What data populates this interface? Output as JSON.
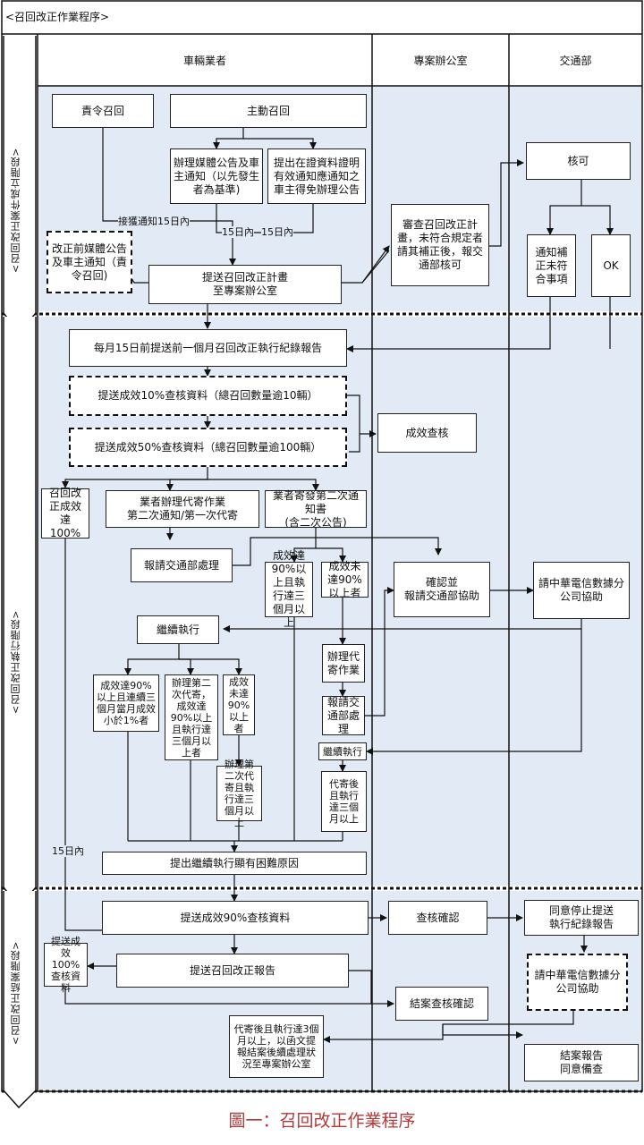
{
  "title": "<召回改正作業程序>",
  "caption": "圖一：召回改正作業程序",
  "columns": {
    "vehicle": "車輛業者",
    "office": "專案辦公室",
    "ministry": "交通部"
  },
  "stages": {
    "s1": "<召回改正案件成立階段>",
    "s2": "<召回改正執行階段>",
    "s3": "<召回改正結案階段>"
  },
  "boxes": {
    "ordered_recall": "責令召回",
    "voluntary_recall": "主動召回",
    "media_notice": "辦理媒體公告及車主通知（以先發生者為基準)",
    "cert_notice": "提出在證資料證明有效通知應通知之車主得免辦理公告",
    "pre_media_notice": "改正前媒體公告及車主通知（責令召回)",
    "submit_plan": "提送召回改正計畫\n至專案辦公室",
    "review_plan": "審查召回改正計畫，未符合規定者請其補正後，報交通部核可",
    "approve": "核可",
    "notify_fix": "通知補正未符合事項",
    "ok": "OK",
    "monthly_report": "每月15日前提送前一個月召回改正執行紀錄報告",
    "submit_10": "提送成效10%查核資料（總召回數量逾10輛）",
    "submit_50": "提送成效50%查核資料（總召回數量逾100輛）",
    "effect_check": "成效查核",
    "reach_100": "召回改正成效達100%",
    "proxy_second": "業者辦理代寄作業\n第二次通知/第一次代寄",
    "second_notice": "業者寄發第二次通知書\n(含二次公告)",
    "report_ministry": "報請交通部處理",
    "over90_3m": "成效達90%以上且執行達三個月以上",
    "under90": "成效未達90%以上者",
    "confirm_assist": "確認並\n報請交通部協助",
    "cht_assist": "請中華電信數據分公司協助",
    "continue": "繼續執行",
    "proxy_mail": "辦理代寄作業",
    "report_ministry2": "報請交通部處理",
    "continue2": "繼續執行",
    "c_over90_consec": "成效達90%以上且連續三個月當月成效小於1%者",
    "c_second_proxy": "辦理第二次代寄，成效達90%以上且執行達三個月以上者",
    "c_under90": "成效未達90%以上者",
    "c_second_proxy_3m": "辦理第二次代寄且執行達三個月以上",
    "c_after_proxy_3m": "代寄後且執行達三個月以上",
    "difficulty": "提出繼續執行顯有困難原因",
    "submit_90": "提送成效90%查核資料",
    "check_confirm": "查核確認",
    "agree_stop": "同意停止提送\n執行紀錄報告",
    "submit_100": "提送成效100%查核資料",
    "submit_report": "提送召回改正報告",
    "cht_assist2": "請中華電信數據分公司協助",
    "close_check": "結案查核確認",
    "proxy_close": "代寄後且執行達3個月以上，以函文提報結案後續處理狀況至專案辦公室",
    "close_report": "結案報告\n同意備查"
  },
  "labels": {
    "l15_notice": "接獲通知15日內",
    "l15a": "15日內",
    "l15b": "15日內",
    "l15c": "15日內"
  }
}
